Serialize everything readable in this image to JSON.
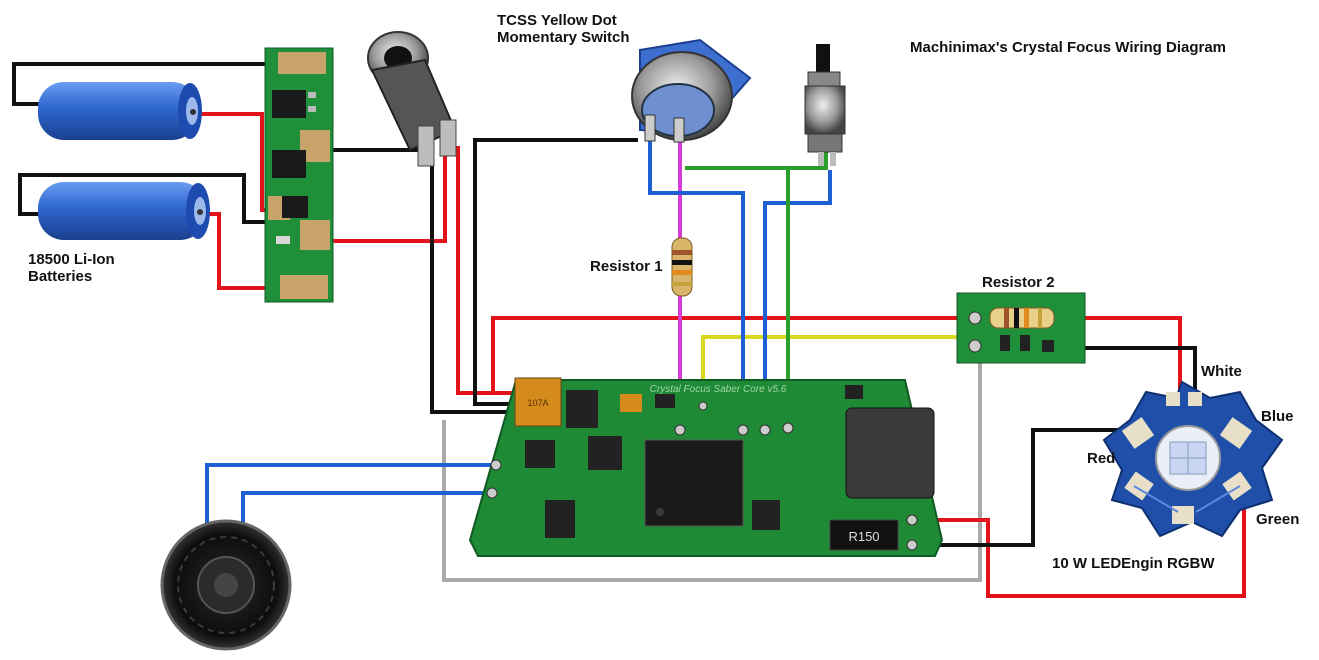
{
  "title": "Machinimax's Crystal Focus Wiring Diagram",
  "labels": {
    "switch_line1": "TCSS Yellow Dot",
    "switch_line2": "Momentary Switch",
    "batteries_line1": "18500 Li-Ion",
    "batteries_line2": "Batteries",
    "resistor1": "Resistor 1",
    "resistor2": "Resistor 2",
    "led": "10 W LEDEngin RGBW",
    "white": "White",
    "blue": "Blue",
    "red": "Red",
    "green": "Green"
  },
  "board_text": {
    "silkscreen": "Crystal Focus Saber Core v5.6",
    "resistor_code": "R150",
    "cap_code": "107A"
  },
  "wire_colors": {
    "red": "#e3131b",
    "black": "#111111",
    "blue": "#1f5fd6",
    "green": "#2aa02a",
    "magenta": "#d63bd6",
    "yellow": "#d8d820",
    "gray": "#a9a9a9"
  }
}
